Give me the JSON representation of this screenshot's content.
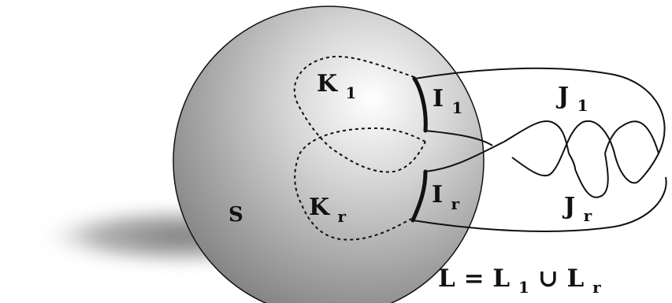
{
  "diagram": {
    "sphere_label": "S",
    "region_labels": {
      "k1": {
        "main": "K",
        "sub": "1"
      },
      "kr": {
        "main": "K",
        "sub": "r"
      }
    },
    "arc_labels": {
      "i1": {
        "main": "I",
        "sub": "1"
      },
      "ir": {
        "main": "I",
        "sub": "r"
      }
    },
    "strand_labels": {
      "j1": {
        "main": "J",
        "sub": "1"
      },
      "jr": {
        "main": "J",
        "sub": "r"
      }
    },
    "equation": {
      "lhs": "L",
      "eq": "=",
      "t1_main": "L",
      "t1_sub": "1",
      "union": "∪",
      "t2_main": "L",
      "t2_sub": "r"
    }
  }
}
